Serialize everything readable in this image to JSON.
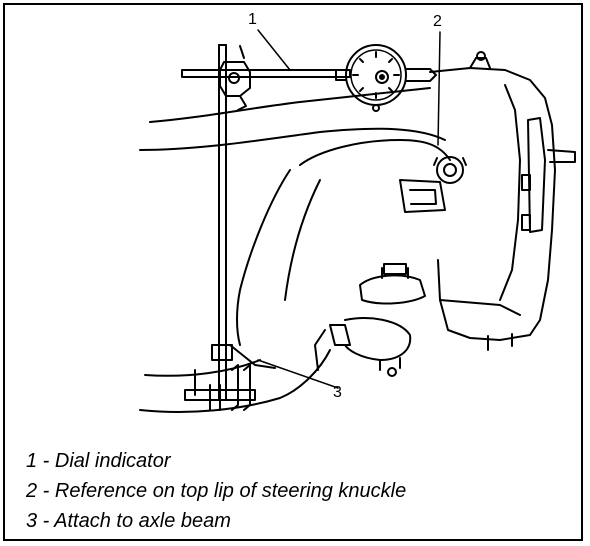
{
  "callouts": {
    "c1": "1",
    "c2": "2",
    "c3": "3"
  },
  "legend": [
    {
      "text": "1 - Dial indicator"
    },
    {
      "text": "2 - Reference on top lip of steering knuckle"
    },
    {
      "text": "3 - Attach to axle beam"
    }
  ],
  "colors": {
    "line": "#000000",
    "background": "#ffffff",
    "shade": "#e8e8e8"
  }
}
